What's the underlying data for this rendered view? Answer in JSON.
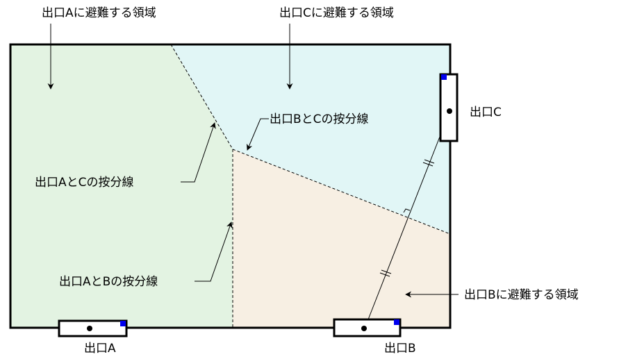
{
  "labels": {
    "region_a": "出口Aに避難する領域",
    "region_b": "出口Bに避難する領域",
    "region_c": "出口Cに避難する領域",
    "line_ac": "出口AとCの按分線",
    "line_ab": "出口AとBの按分線",
    "line_bc": "出口BとCの按分線",
    "exit_a": "出口A",
    "exit_b": "出口B",
    "exit_c": "出口C"
  },
  "colors": {
    "region_a": "#e3f3e2",
    "region_b": "#f7efe3",
    "region_c": "#e1f6f6",
    "marker": "#0000ee"
  }
}
